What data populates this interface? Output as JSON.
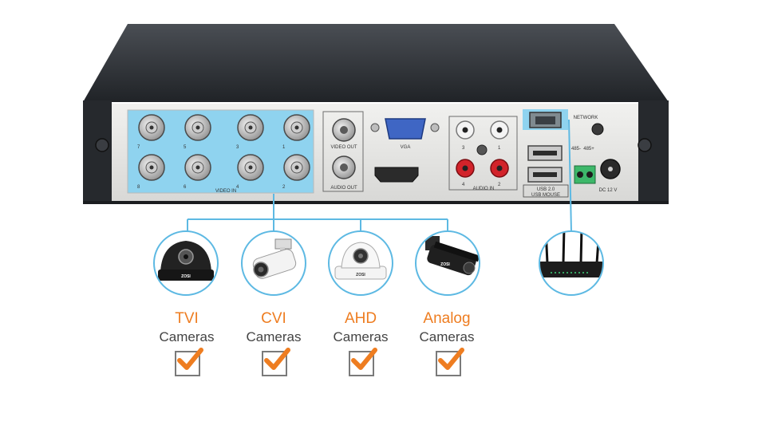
{
  "dvr_labels": {
    "video_in": "VIDEO IN",
    "video_out": "VIDEO OUT",
    "audio_out": "AUDIO OUT",
    "vga": "VGA",
    "audio_in": "AUDIO IN",
    "network": "NETWORK",
    "usb_top": "USB 2.0",
    "usb_bottom": "USB MOUSE",
    "dc": "DC 12 V",
    "rs485_a": "485-",
    "rs485_b": "485+",
    "bnc_numbers_top": [
      "7",
      "5",
      "3",
      "1"
    ],
    "bnc_numbers_bottom": [
      "8",
      "6",
      "4",
      "2"
    ],
    "audio_numbers_top": [
      "3",
      "1"
    ],
    "audio_numbers_bottom": [
      "4",
      "2"
    ]
  },
  "brand_mark": "ZOSI",
  "cameras": [
    {
      "type": "TVI",
      "sub": "Cameras",
      "checked": true
    },
    {
      "type": "CVI",
      "sub": "Cameras",
      "checked": true
    },
    {
      "type": "AHD",
      "sub": "Cameras",
      "checked": true
    },
    {
      "type": "Analog",
      "sub": "Cameras",
      "checked": true
    }
  ],
  "colors": {
    "highlight": "#8fd3ef",
    "connector_line": "#5db9e3",
    "accent": "#ee7d21",
    "chassis": "#2a2d31",
    "panel": "#e9e9e7"
  }
}
